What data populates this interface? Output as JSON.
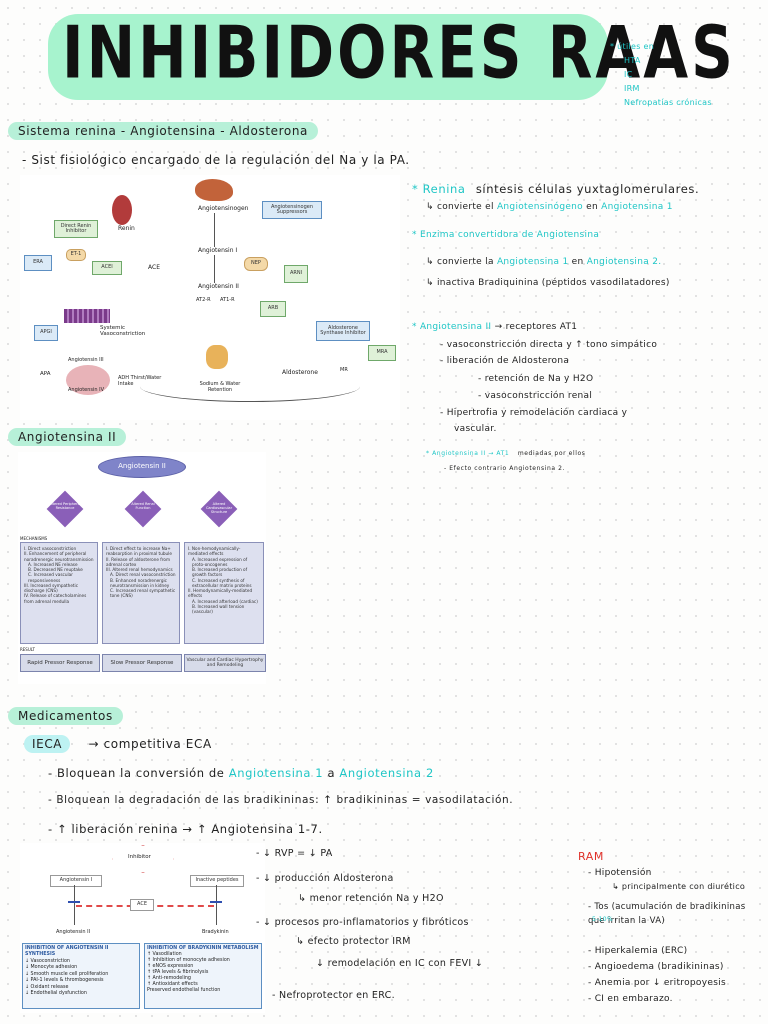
{
  "title": "INHIBIDORES RAAS",
  "uses": [
    "* útiles en",
    "HTA",
    "IC",
    "IRM",
    "Nefropatías crónicas"
  ],
  "sec1": {
    "heading": "Sistema renina - Angiotensina - Aldosterona",
    "subtitle": "- Sist fisiológico encargado de la regulación del Na y la PA.",
    "notes": {
      "renina_label": "* Renina",
      "renina_text": "síntesis células yuxtaglomerulares.",
      "renina_sub_a": "↳ convierte el",
      "renina_sub_b": "Angiotensinógeno",
      "renina_sub_c": "en",
      "renina_sub_d": "Angiotensina 1",
      "eca": "* Enzima convertidora de Angiotensina",
      "eca_sub1_a": "↳ convierte la",
      "eca_sub1_b": "Angiotensina 1",
      "eca_sub1_c": "en",
      "eca_sub1_d": "Angiotensina 2.",
      "eca_sub2": "↳ inactiva Bradiquinina (péptidos vasodilatadores)",
      "ang2_label": "* Angiotensina II",
      "ang2_text": "→ receptores AT1",
      "b1": "- vasoconstricción directa y ↑ tono simpático",
      "b2": "- liberación de Aldosterona",
      "b2a": "- retención de Na y H2O",
      "b2b": "- vasoconstricción renal",
      "b3": "- Hipertrofia y remodelación cardiaca y",
      "b3b": "vascular.",
      "at1_a": "* Angiotensina II → AT1",
      "at1_b": "mediadas por ellos",
      "at2": "- Efecto contrario Angiotensina 2."
    },
    "diagram": {
      "angiotensinogen": "Angiotensinogen",
      "renin": "Renin",
      "direct_renin": "Direct Renin Inhibitor",
      "ang_suppressor": "Angiotensinogen Suppressors",
      "ang1": "Angiotensin I",
      "acei": "ACEI",
      "ace": "ACE",
      "ang2": "Angiotensin II",
      "nep": "NEP",
      "arni": "ARNI",
      "era": "ERA",
      "et1": "ET-1",
      "arb": "ARB",
      "at2r": "AT2-R",
      "at1r": "AT1-R",
      "systemic": "Systemic Vasoconstriction",
      "apa": "APA",
      "apgi": "APGI",
      "ang3": "Angiotensin III",
      "ang4": "Angiotensin IV",
      "adh": "ADH Thirst/Water Intake",
      "sodium": "Sodium & Water Retention",
      "aldosterone": "Aldosterone",
      "aldo_synth": "Aldosterone Synthase Inhibitor",
      "mra": "MRA",
      "mr": "MR"
    }
  },
  "sec2": {
    "heading": "Angiotensina II",
    "panel": {
      "top": "Angiotensin II",
      "d1": "Altered Peripheral Resistance",
      "d2": "Altered Renal Function",
      "d3": "Altered Cardiovascular Structure",
      "mech": "MECHANISMS",
      "col1": [
        "I. Direct vasoconstriction",
        "II. Enhancement of peripheral noradrenergic neurotransmission",
        "A. Increased NE release",
        "B. Decreased NE reuptake",
        "C. Increased vascular responsiveness",
        "III. Increased sympathetic discharge (CNS)",
        "IV. Release of catecholamines from adrenal medulla"
      ],
      "col2": [
        "I. Direct effect to increase Na+ reabsorption in proximal tubule",
        "II. Release of aldosterone from adrenal cortex",
        "III. Altered renal hemodynamics",
        "A. Direct renal vasoconstriction",
        "B. Enhanced noradrenergic neurotransmission in kidney",
        "C. Increased renal sympathetic tone (CNS)"
      ],
      "col3": [
        "I. Non-hemodynamically-mediated effects",
        "A. Increased expression of proto-oncogenes",
        "B. Increased production of growth factors",
        "C. Increased synthesis of extracellular matrix proteins",
        "II. Hemodynamically-mediated effects",
        "A. Increased afterload (cardiac)",
        "B. Increased wall tension (vascular)"
      ],
      "result": "RESULT",
      "r1": "Rapid Pressor Response",
      "r2": "Slow Pressor Response",
      "r3": "Vascular and Cardiac Hypertrophy and Remodeling"
    }
  },
  "sec3": {
    "heading": "Medicamentos",
    "ieca": "IECA",
    "ieca_text": "→ competitiva ECA",
    "l1_a": "- Bloquean la conversión de",
    "l1_b": "Angiotensina 1",
    "l1_c": "a",
    "l1_d": "Angiotensina 2",
    "l2": "- Bloquean la degradación de las bradikininas: ↑ bradikininas = vasodilatación.",
    "l3": "- ↑ liberación renina → ↑ Angiotensina 1-7.",
    "effects": [
      "- ↓ RVP = ↓ PA",
      "- ↓ producción Aldosterona",
      "↳ menor retención Na y H2O",
      "- ↓ procesos pro-inflamatorios y fibróticos",
      "↳ efecto protector IRM",
      "↓ remodelación en IC con FEVI ↓",
      "- Nefroprotector en ERC."
    ],
    "ram_title": "RAM",
    "ram": [
      "- Hipotensión",
      "↳ principalmente con diurético",
      "- Tos (acumulación de bradikininas que irritan la VA)",
      "- Hiperkalemia (ERC)",
      "- Angioedema (bradikininas)",
      "- Anemia por ↓ eritropoyesis",
      "- CI en embarazo."
    ],
    "ram_small": "5-10%",
    "figure": {
      "inhibitor": "Inhibitor",
      "ang1": "Angiotensin I",
      "inactive": "Inactive peptides",
      "ace": "ACE",
      "ang2": "Angiotensin II",
      "brady": "Bradykinin",
      "box1_title": "INHIBITION OF ANGIOTENSIN II SYNTHESIS",
      "box1": [
        "↓ Vasoconstriction",
        "↓ Monocyte adhesion",
        "↓ Smooth muscle cell proliferation",
        "↓ PAI-1 levels & thrombogenesis",
        "↓ Oxidant release",
        "↓ Endothelial dysfunction"
      ],
      "box2_title": "INHIBITION OF BRADYKININ METABOLISM",
      "box2": [
        "↑ Vasodilation",
        "↑ Inhibition of monocyte adhesion",
        "↑ eNOS expression",
        "↑ tPA levels & fibrinolysis",
        "↑ Anti-remodeling",
        "↑ Antioxidant effects",
        "Preserved endothelial function"
      ]
    }
  }
}
